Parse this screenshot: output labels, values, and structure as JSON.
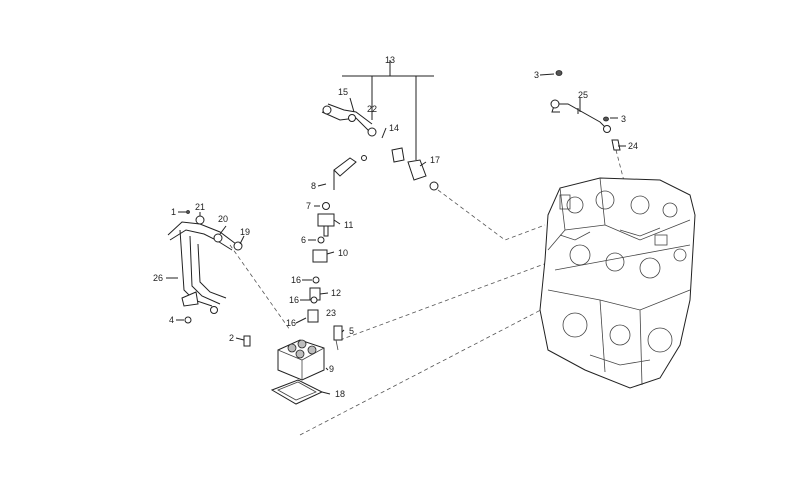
{
  "callouts": [
    {
      "id": "c13",
      "text": "13"
    },
    {
      "id": "c15",
      "text": "15"
    },
    {
      "id": "c22",
      "text": "22"
    },
    {
      "id": "c14",
      "text": "14"
    },
    {
      "id": "c17",
      "text": "17"
    },
    {
      "id": "c8",
      "text": "8"
    },
    {
      "id": "c7",
      "text": "7"
    },
    {
      "id": "c11",
      "text": "11"
    },
    {
      "id": "c6",
      "text": "6"
    },
    {
      "id": "c10",
      "text": "10"
    },
    {
      "id": "c16a",
      "text": "16"
    },
    {
      "id": "c12",
      "text": "12"
    },
    {
      "id": "c16b",
      "text": "16"
    },
    {
      "id": "c23",
      "text": "23"
    },
    {
      "id": "c16c",
      "text": "16"
    },
    {
      "id": "c5",
      "text": "5"
    },
    {
      "id": "c9",
      "text": "9"
    },
    {
      "id": "c18",
      "text": "18"
    },
    {
      "id": "c2",
      "text": "2"
    },
    {
      "id": "c4",
      "text": "4"
    },
    {
      "id": "c1",
      "text": "1"
    },
    {
      "id": "c21",
      "text": "21"
    },
    {
      "id": "c20",
      "text": "20"
    },
    {
      "id": "c19",
      "text": "19"
    },
    {
      "id": "c26",
      "text": "26"
    },
    {
      "id": "c3a",
      "text": "3"
    },
    {
      "id": "c25",
      "text": "25"
    },
    {
      "id": "c3b",
      "text": "3"
    },
    {
      "id": "c24",
      "text": "24"
    }
  ],
  "icons": {
    "engine_block": "engine-block-icon",
    "injection_pump": "injection-pump-icon",
    "injection_pipes": "fuel-injection-pipes-icon",
    "return_line": "fuel-return-line-icon",
    "leak_off_pipe": "leak-off-pipe-icon"
  }
}
